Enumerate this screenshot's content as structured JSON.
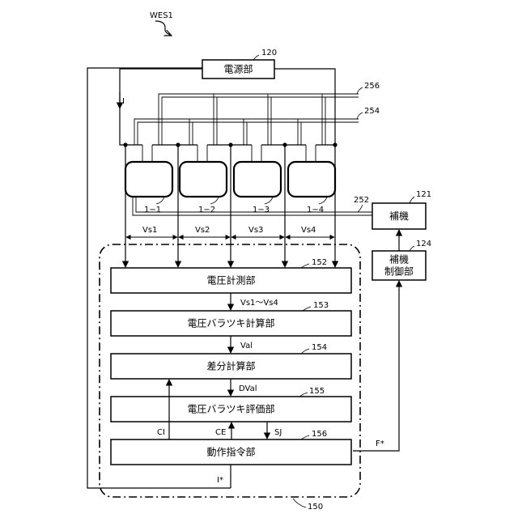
{
  "figure_label": "WES1",
  "blocks": {
    "power_unit": "電源部",
    "aux": "補機",
    "aux_ctrl_1": "補機",
    "aux_ctrl_2": "制御部",
    "voltage_measure": "電圧計測部",
    "variation_calc": "電圧バラツキ計算部",
    "diff_calc": "差分計算部",
    "variation_eval": "電圧バラツキ評価部",
    "operation_cmd": "動作指令部"
  },
  "refs": {
    "power_unit": "120",
    "aux": "121",
    "aux_ctrl": "124",
    "line_256": "256",
    "line_254": "254",
    "line_252": "252",
    "voltage_measure": "152",
    "variation_calc": "153",
    "diff_calc": "154",
    "variation_eval": "155",
    "operation_cmd": "156",
    "controller": "150"
  },
  "cells": [
    "1−1",
    "1−2",
    "1−3",
    "1−4"
  ],
  "voltages": [
    "Vs1",
    "Vs2",
    "Vs3",
    "Vs4"
  ],
  "signals": {
    "current": "I",
    "vs_range": "Vs1〜Vs4",
    "val": "Val",
    "dval": "DVal",
    "ci": "CI",
    "ce": "CE",
    "sj": "SJ",
    "f_star": "F*",
    "i_star": "I*"
  }
}
